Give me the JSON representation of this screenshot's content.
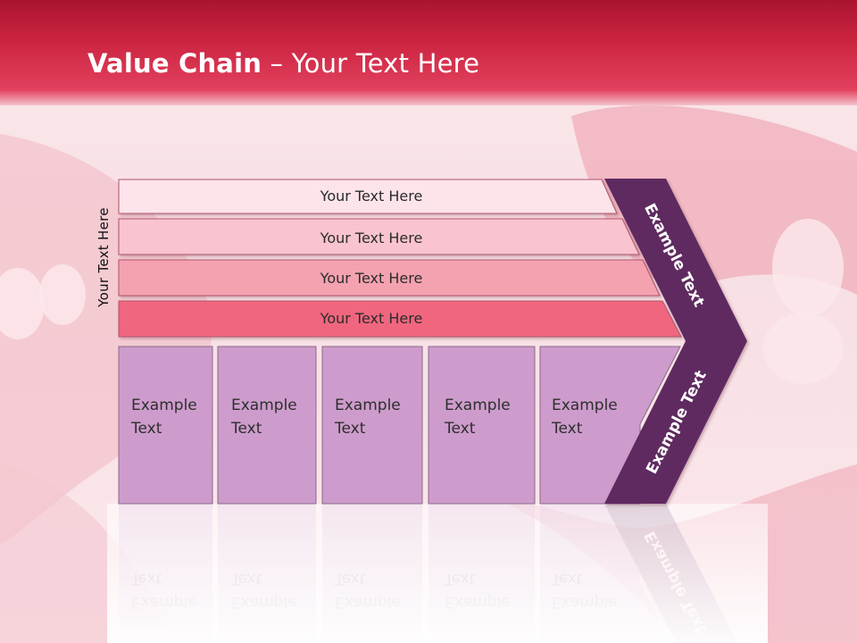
{
  "title": {
    "bold": "Value Chain",
    "rest": " – Your Text Here"
  },
  "side_label": "Your Text Here",
  "bars": [
    "Your Text Here",
    "Your Text Here",
    "Your Text Here",
    "Your Text Here"
  ],
  "boxes": [
    [
      "Example",
      "Text"
    ],
    [
      "Example",
      "Text"
    ],
    [
      "Example",
      "Text"
    ],
    [
      "Example",
      "Text"
    ],
    [
      "Example",
      "Text"
    ]
  ],
  "chevron": {
    "top": "Example Text",
    "bottom": "Example Text"
  },
  "colors": {
    "header": "#c9223f",
    "bar1": "#fde4ea",
    "bar2": "#f9c4cf",
    "bar3": "#f4a2b0",
    "bar4": "#f0667e",
    "box": "#cd9ccc",
    "chevron": "#5e2c60"
  }
}
